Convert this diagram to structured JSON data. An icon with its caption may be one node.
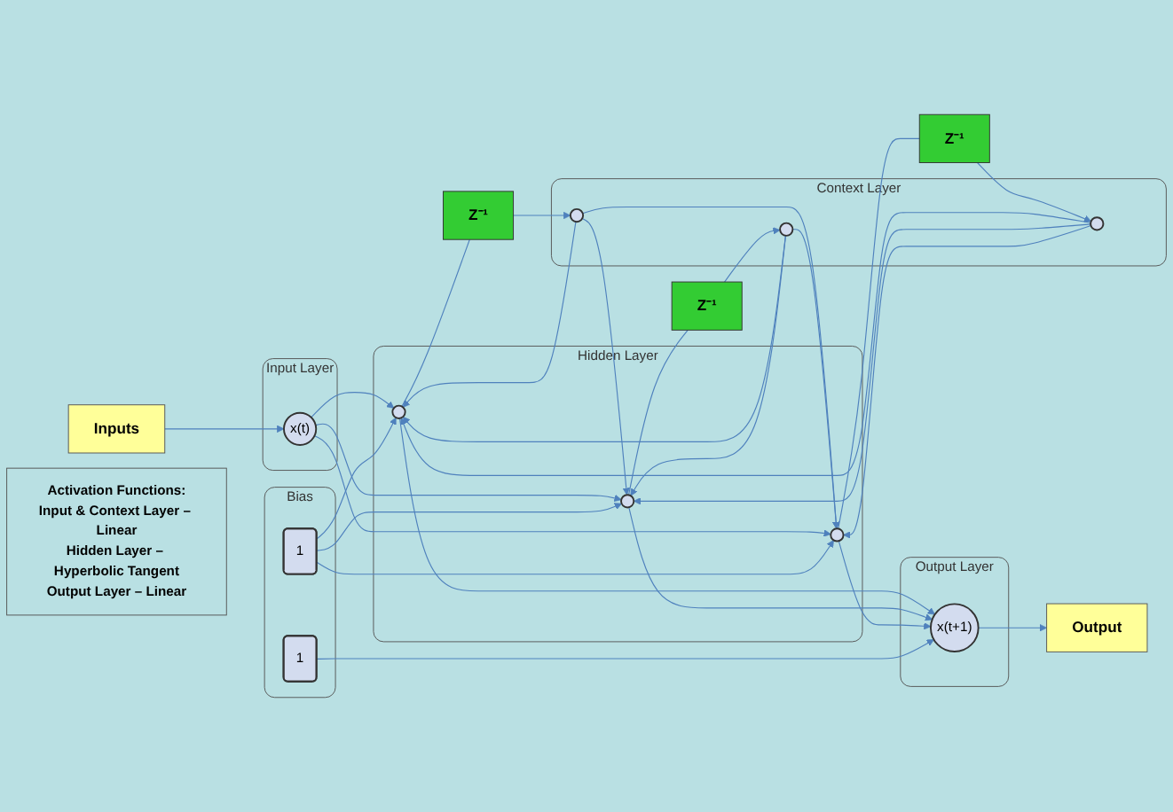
{
  "diagram": {
    "nodes": [
      {
        "text": [
          "Inputs"
        ]
      },
      {
        "text": [
          "Z⁻¹"
        ]
      },
      {
        "text": [
          "Input Layer"
        ]
      },
      {
        "text": [
          "x(t)"
        ],
        "in": 2
      },
      {
        "text": [
          "Context Layer"
        ]
      },
      {
        "text": [],
        "shape": "circle",
        "in": 4
      },
      {
        "text": [],
        "shape": "circle",
        "in": 4
      },
      {
        "text": [],
        "shape": "circle",
        "in": 4
      },
      {
        "text": [
          "Hidden Layer"
        ]
      },
      {
        "text": [],
        "shape": "circle",
        "in": 8
      },
      {
        "text": [],
        "shape": "circle",
        "in": 8
      },
      {
        "text": [],
        "shape": "circle",
        "in": 8
      },
      {
        "text": [
          "Output Layer"
        ]
      },
      {
        "text": [
          "x(t+1)"
        ],
        "in": 12
      },
      {
        "text": [
          "Output"
        ]
      },
      {
        "text": [
          "Z⁻¹"
        ]
      },
      {
        "text": [
          "Z⁻¹"
        ]
      },
      {
        "text": [
          "Bias"
        ]
      },
      {
        "text": [
          "1"
        ],
        "in": 17
      },
      {
        "text": [
          "1"
        ],
        "in": 17
      },
      {
        "text": [
          "Activation Functions:",
          "Input & Context Layer – Linear",
          "Hidden Layer – Hyperbolic Tangent",
          "Output Layer – Linear"
        ]
      }
    ],
    "edges": [
      {
        "from": 0,
        "to": 3,
        "arrow": "to"
      },
      {
        "from": 3,
        "to": 9,
        "arrow": "to"
      },
      {
        "from": 3,
        "to": 10,
        "arrow": "to"
      },
      {
        "from": 3,
        "to": 11,
        "arrow": "to"
      },
      {
        "from": 5,
        "to": 9,
        "arrow": "to"
      },
      {
        "from": 5,
        "to": 10,
        "arrow": "to"
      },
      {
        "from": 5,
        "to": 11,
        "arrow": "to"
      },
      {
        "from": 6,
        "to": 9,
        "arrow": "to"
      },
      {
        "from": 6,
        "to": 10,
        "arrow": "to"
      },
      {
        "from": 6,
        "to": 11,
        "arrow": "to"
      },
      {
        "from": 7,
        "to": 9,
        "arrow": "to"
      },
      {
        "from": 7,
        "to": 10,
        "arrow": "to"
      },
      {
        "from": 7,
        "to": 11,
        "arrow": "to"
      },
      {
        "from": 18,
        "to": 9,
        "arrow": "to"
      },
      {
        "from": 18,
        "to": 10,
        "arrow": "to"
      },
      {
        "from": 18,
        "to": 11,
        "arrow": "to"
      },
      {
        "from": 9,
        "to": 13,
        "arrow": "to"
      },
      {
        "from": 10,
        "to": 13,
        "arrow": "to"
      },
      {
        "from": 11,
        "to": 13,
        "arrow": "to"
      },
      {
        "from": 19,
        "to": 13,
        "arrow": "to"
      },
      {
        "from": 13,
        "to": 14,
        "arrow": "to"
      },
      {
        "from": 9,
        "to": 1,
        "arrow": "none"
      },
      {
        "from": 1,
        "to": 5,
        "arrow": "to"
      },
      {
        "from": 10,
        "to": 15,
        "arrow": "none"
      },
      {
        "from": 15,
        "to": 6,
        "arrow": "to"
      },
      {
        "from": 11,
        "to": 16,
        "arrow": "none"
      },
      {
        "from": 16,
        "to": 7,
        "arrow": "to"
      }
    ]
  }
}
